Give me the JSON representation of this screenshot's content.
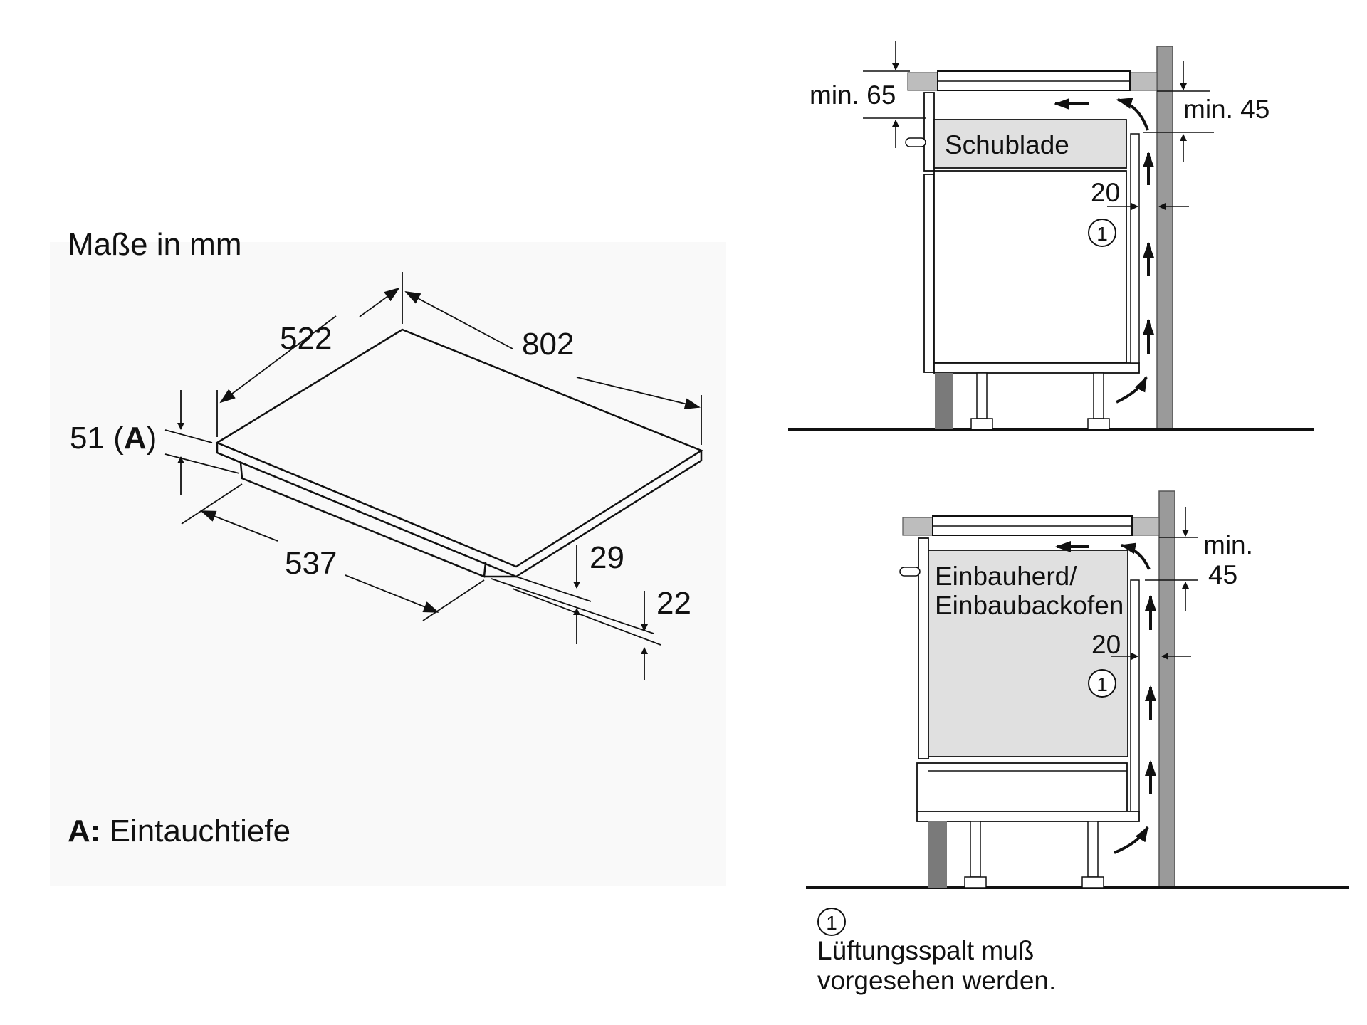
{
  "left_panel": {
    "heading": "Maße in mm",
    "dim_depth": "522",
    "dim_width": "802",
    "dim_height": "51 (",
    "dim_height_bold": "A",
    "dim_height_close": ")",
    "dim_cutout_depth": "537",
    "dim_29": "29",
    "dim_22": "22",
    "legend_key": "A:",
    "legend_text": " Eintauchtiefe"
  },
  "top_right": {
    "min65": "min. 65",
    "min45": "min. 45",
    "drawer": "Schublade",
    "gap": "20",
    "marker": "1"
  },
  "bottom_right": {
    "min": "min.",
    "val45": "45",
    "oven_line1": "Einbauherd/",
    "oven_line2": "Einbaubackofen",
    "gap": "20",
    "marker": "1"
  },
  "footnote": {
    "marker": "1",
    "line1": "Lüftungsspalt muß",
    "line2": "vorgesehen werden."
  },
  "colors": {
    "line": "#111111",
    "panel": "#f9f9f9",
    "box_fill": "#e0e0e0",
    "wall": "#9a9a9a",
    "counter": "#bdbdbd",
    "plinth": "#7a7a7a"
  }
}
